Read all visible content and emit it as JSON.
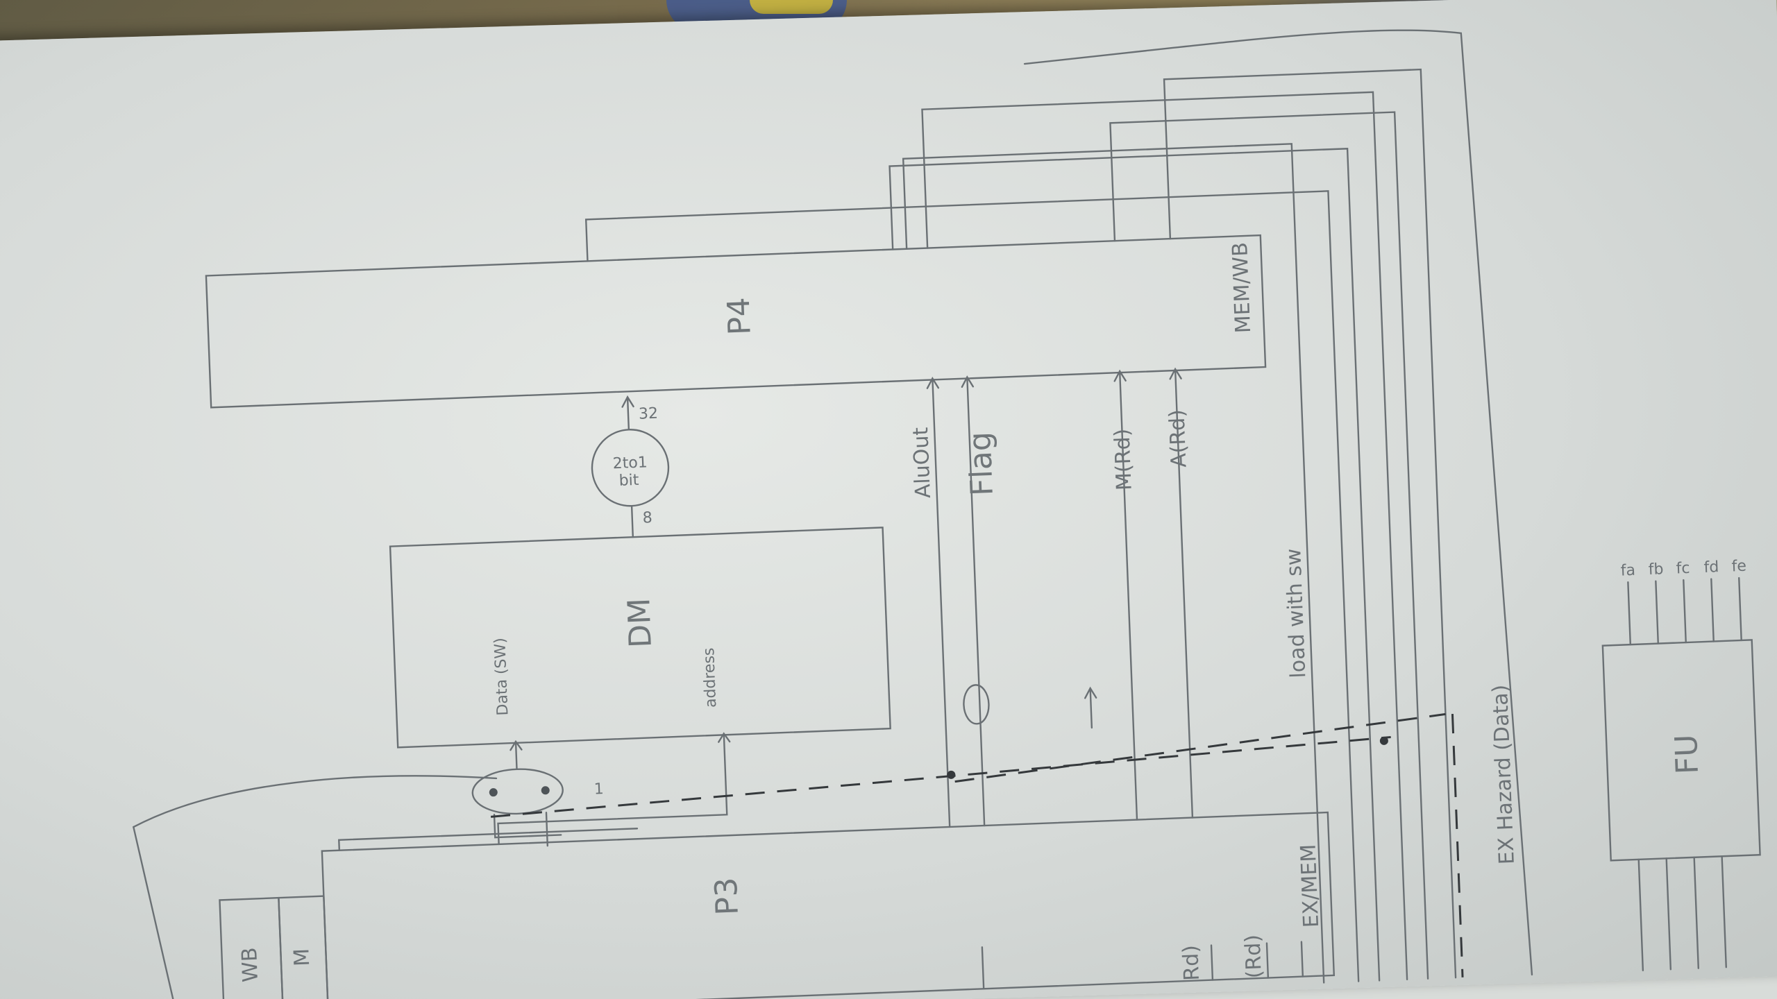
{
  "labels": {
    "wb": "WB",
    "m": "M",
    "ex_mem": "EX/MEM",
    "p3": "P3",
    "dm": "DM",
    "data_sw": "Data (SW)",
    "address": "address",
    "mux_1": "1",
    "circle_top": "2to1",
    "circle_bottom": "bit",
    "circle_out": "32",
    "circle_in": "8",
    "p4": "P4",
    "mem_wb": "MEM/WB",
    "alu_out": "AluOut",
    "flag": "Flag",
    "m_rd": "M(Rd)",
    "a_rd": "A(Rd)",
    "load_with_sw": "load with sw",
    "ex_hazard": "EX Hazard (Data)",
    "fu": "FU",
    "fu_outputs": [
      "fa",
      "fb",
      "fc",
      "fd",
      "fe"
    ],
    "rd_left_1": "Rd)",
    "rd_left_2": "(Rd)"
  }
}
